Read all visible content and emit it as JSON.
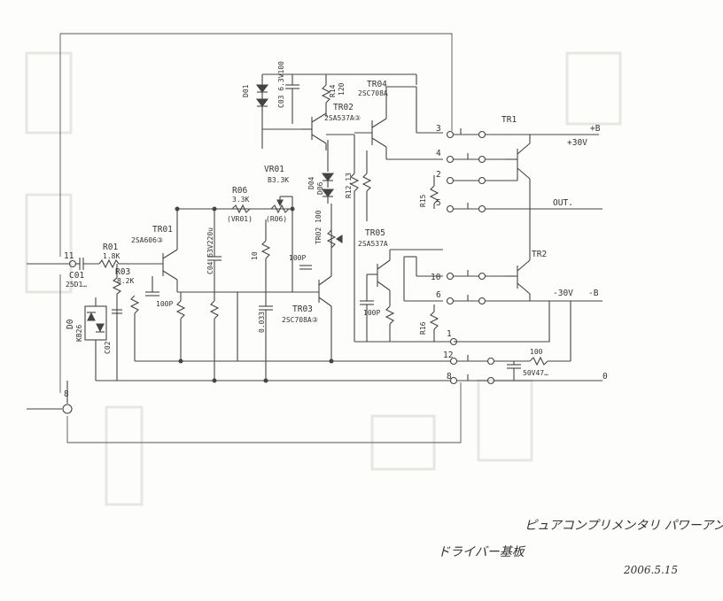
{
  "labels": {
    "in_pin": "11",
    "gnd_pin_bottom": "8",
    "r01": "R01",
    "r01_val": "1.8K",
    "c01": "C01",
    "c01_val": "25D1…",
    "r03": "R03",
    "r03_val": "8.2K",
    "d_led": "D0",
    "d_led_val": "KB26",
    "c02": "C02",
    "tr01": "TR01",
    "tr01_type": "2SA606③",
    "r06": "R06",
    "r06_val": "3.3K",
    "vr01_label": "(VR01)",
    "r06_label": "(R06)",
    "vr01": "VR01",
    "vr01_val": "B3.3K",
    "tr03": "TR03",
    "tr03_type": "2SC708A③",
    "c_100p": "100P",
    "c_100p_2": "100P",
    "c_0033": "0.033",
    "r_10": "10",
    "tr02": "TR02",
    "tr02_type": "2SA537A③",
    "tr04": "TR04",
    "tr04_type": "2SC708A",
    "tr05": "TR05",
    "tr05_type": "2SA537A",
    "d01": "D01",
    "r14": "R14",
    "r14_val": "120",
    "r12_13": "R12,13",
    "r15": "R15",
    "r16": "R16",
    "tr1": "TR1",
    "tr2": "TR2",
    "pin3": "3",
    "pin4": "4",
    "pin2": "2",
    "pin5": "5",
    "pin10": "10",
    "pin6": "6",
    "pin1": "1",
    "pin12": "12",
    "pin8": "8",
    "plus_b": "+B",
    "plus_30v": "+30V",
    "out": "OUT.",
    "minus_30v": "-30V",
    "minus_b": "-B",
    "zero": "0",
    "r_100": "100",
    "c_47": "50V47…"
  },
  "title": {
    "line1": "ピュアコンプリメンタリ パワーアンプ",
    "line2": "ドライバー基板",
    "date": "2006.5.15"
  }
}
